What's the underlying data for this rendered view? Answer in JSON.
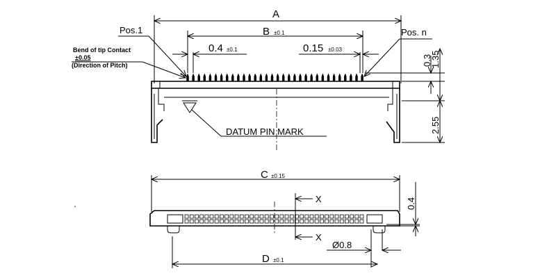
{
  "top_view": {
    "dim_a": "A",
    "dim_b": "B",
    "dim_b_tol": "±0.1",
    "pitch": "0.4",
    "pitch_tol": "±0.1",
    "width": "0.15",
    "width_tol": "±0.03",
    "pos_first": "Pos.1",
    "pos_last": "Pos. n",
    "bend_note_line1": "Bend of tip Contact",
    "bend_note_line2": "±0.05",
    "bend_note_line3": "(Direction of Pitch)",
    "dim_03": "0.3",
    "dim_135": "1.35",
    "dim_255": "2.55",
    "datum_label": "DATUM PIN MARK"
  },
  "bottom_view": {
    "dim_c": "C",
    "dim_c_tol": "±0.15",
    "dim_d": "D",
    "dim_d_tol": "±0.1",
    "section_top": "X",
    "section_bottom": "X",
    "dim_04": "0.4",
    "hole_dia": "Ø0.8"
  }
}
